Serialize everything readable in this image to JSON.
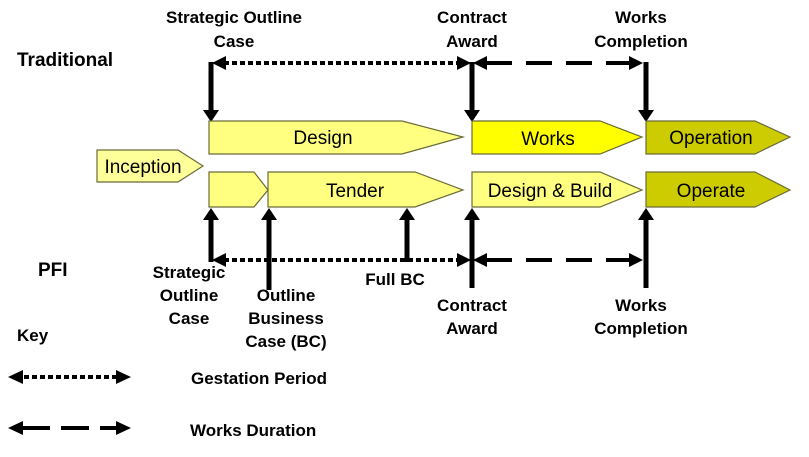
{
  "colors": {
    "light_yellow": "#ffff80",
    "bright_yellow": "#ffff00",
    "olive": "#cccc00",
    "arrow": "#000000"
  },
  "rows": {
    "traditional": "Traditional",
    "pfi": "PFI"
  },
  "stages": {
    "inception": "Inception",
    "design": "Design",
    "works": "Works",
    "operation": "Operation",
    "tender": "Tender",
    "design_build": "Design & Build",
    "operate": "Operate"
  },
  "milestones_traditional": {
    "soc_line1": "Strategic Outline",
    "soc_line2": "Case",
    "contract_line1": "Contract",
    "contract_line2": "Award",
    "works_line1": "Works",
    "works_line2": "Completion"
  },
  "milestones_pfi": {
    "soc_line1": "Strategic",
    "soc_line2": "Outline",
    "soc_line3": "Case",
    "obc_line1": "Outline",
    "obc_line2": "Business",
    "obc_line3": "Case (BC)",
    "full_bc": "Full BC",
    "contract_line1": "Contract",
    "contract_line2": "Award",
    "works_line1": "Works",
    "works_line2": "Completion"
  },
  "key": {
    "title": "Key",
    "gestation": "Gestation Period",
    "works_duration": "Works Duration"
  }
}
